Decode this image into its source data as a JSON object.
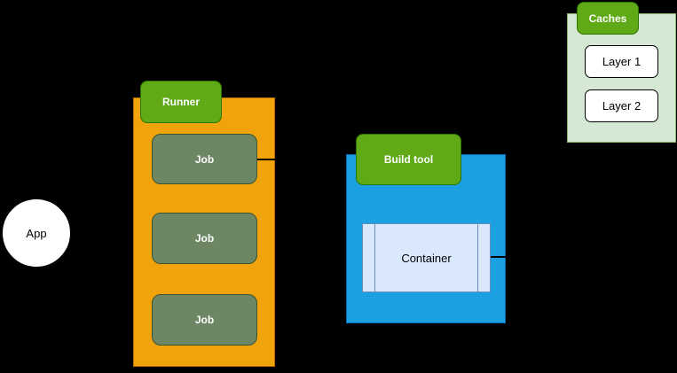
{
  "diagram": {
    "app": {
      "label": "App"
    },
    "runner": {
      "label": "Runner",
      "jobs": [
        "Job",
        "Job",
        "Job"
      ]
    },
    "build_tool": {
      "label": "Build tool",
      "container_label": "Container"
    },
    "caches": {
      "label": "Caches",
      "layers": [
        "Layer 1",
        "Layer 2"
      ]
    }
  },
  "colors": {
    "background": "#000000",
    "runner_fill": "#F0A30A",
    "runner_stroke": "#BD7000",
    "label_fill": "#60A917",
    "label_stroke": "#2D7600",
    "label_text": "#FFFFFF",
    "job_fill": "#6D8764",
    "job_stroke": "#3A5431",
    "build_tool_fill": "#1BA1E2",
    "build_tool_stroke": "#006EAF",
    "container_fill": "#DAE8FC",
    "container_stroke": "#6C8EBF",
    "caches_fill": "#D5E8D4",
    "caches_stroke": "#82B366",
    "node_fill": "#FFFFFF",
    "node_stroke": "#000000",
    "connector": "#000000",
    "text": "#000000"
  }
}
